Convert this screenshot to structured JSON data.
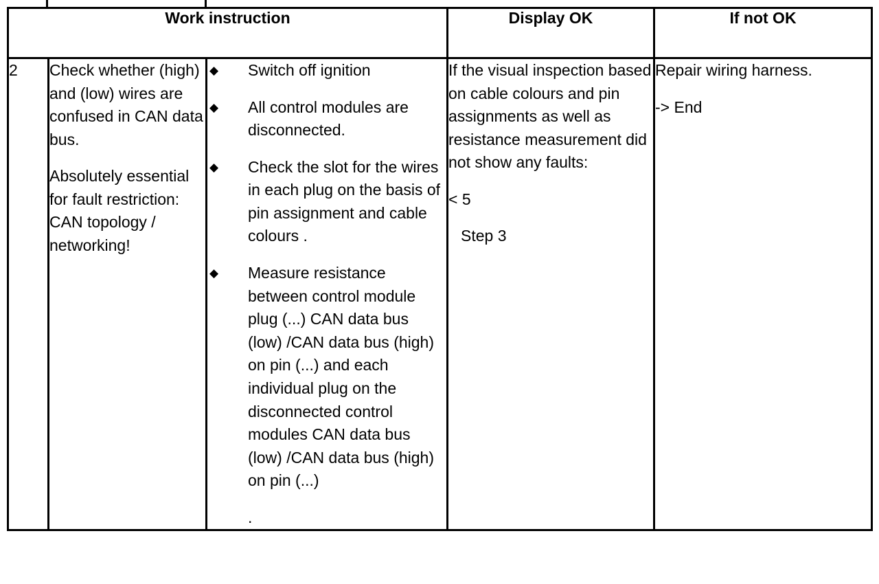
{
  "document": {
    "type": "work-instruction-table",
    "top_ticks": 2
  },
  "table": {
    "headers": {
      "work_instruction": "Work instruction",
      "display_ok": "Display OK",
      "if_not_ok": "If not OK"
    },
    "row": {
      "step_number": "2",
      "description": {
        "paragraph_1": "Check whether (high) and (low) wires are confused in CAN data bus.",
        "paragraph_2": "Absolutely essential for fault restriction: CAN topology / networking!"
      },
      "bullet_marker": "diamond-bullet",
      "bullets": [
        "Switch off ignition",
        "All control modules are disconnected.",
        "Check the slot for the wires in each plug on the basis of pin assignment and cable colours .",
        "Measure resistance between control module plug (...) CAN data bus (low) /CAN data bus (high) on pin (...) and each individual plug on the disconnected control modules CAN data bus (low) /CAN data bus (high) on pin (...)"
      ],
      "bullets_trailing_text": ".",
      "display_ok": {
        "condition": "If the visual inspection based on cable colours and pin assignments as well as resistance measurement did not show any faults:",
        "threshold": "< 5",
        "next_step": "Step 3"
      },
      "if_not_ok": {
        "action": "Repair wiring harness.",
        "outcome": "-> End"
      }
    }
  }
}
